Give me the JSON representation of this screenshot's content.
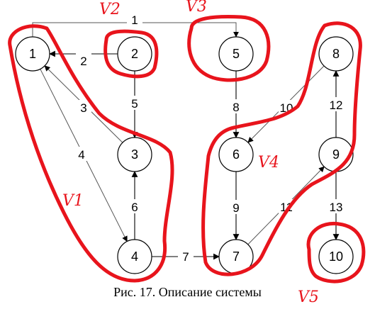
{
  "caption": "Рис. 17. Описание системы",
  "nodes": [
    {
      "id": "1",
      "label": "1"
    },
    {
      "id": "2",
      "label": "2"
    },
    {
      "id": "3",
      "label": "3"
    },
    {
      "id": "4",
      "label": "4"
    },
    {
      "id": "5",
      "label": "5"
    },
    {
      "id": "6",
      "label": "6"
    },
    {
      "id": "7",
      "label": "7"
    },
    {
      "id": "8",
      "label": "8"
    },
    {
      "id": "9",
      "label": "9"
    },
    {
      "id": "10",
      "label": "10"
    }
  ],
  "edges": [
    {
      "label": "1",
      "from": "1",
      "to": "5"
    },
    {
      "label": "2",
      "from": "2",
      "to": "1"
    },
    {
      "label": "3",
      "from": "3",
      "to": "1"
    },
    {
      "label": "4",
      "from": "1",
      "to": "4"
    },
    {
      "label": "5",
      "from": "2",
      "to": "3"
    },
    {
      "label": "6",
      "from": "4",
      "to": "3"
    },
    {
      "label": "7",
      "from": "4",
      "to": "7"
    },
    {
      "label": "8",
      "from": "5",
      "to": "6"
    },
    {
      "label": "9",
      "from": "6",
      "to": "7"
    },
    {
      "label": "10",
      "from": "8",
      "to": "6"
    },
    {
      "label": "11",
      "from": "7",
      "to": "9"
    },
    {
      "label": "12",
      "from": "9",
      "to": "8"
    },
    {
      "label": "13",
      "from": "9",
      "to": "10"
    }
  ],
  "groups": [
    {
      "label": "V1",
      "color": "#e8141c"
    },
    {
      "label": "V2",
      "color": "#e8141c"
    },
    {
      "label": "V3",
      "color": "#e8141c"
    },
    {
      "label": "V4",
      "color": "#e8141c"
    },
    {
      "label": "V5",
      "color": "#e8141c"
    }
  ]
}
